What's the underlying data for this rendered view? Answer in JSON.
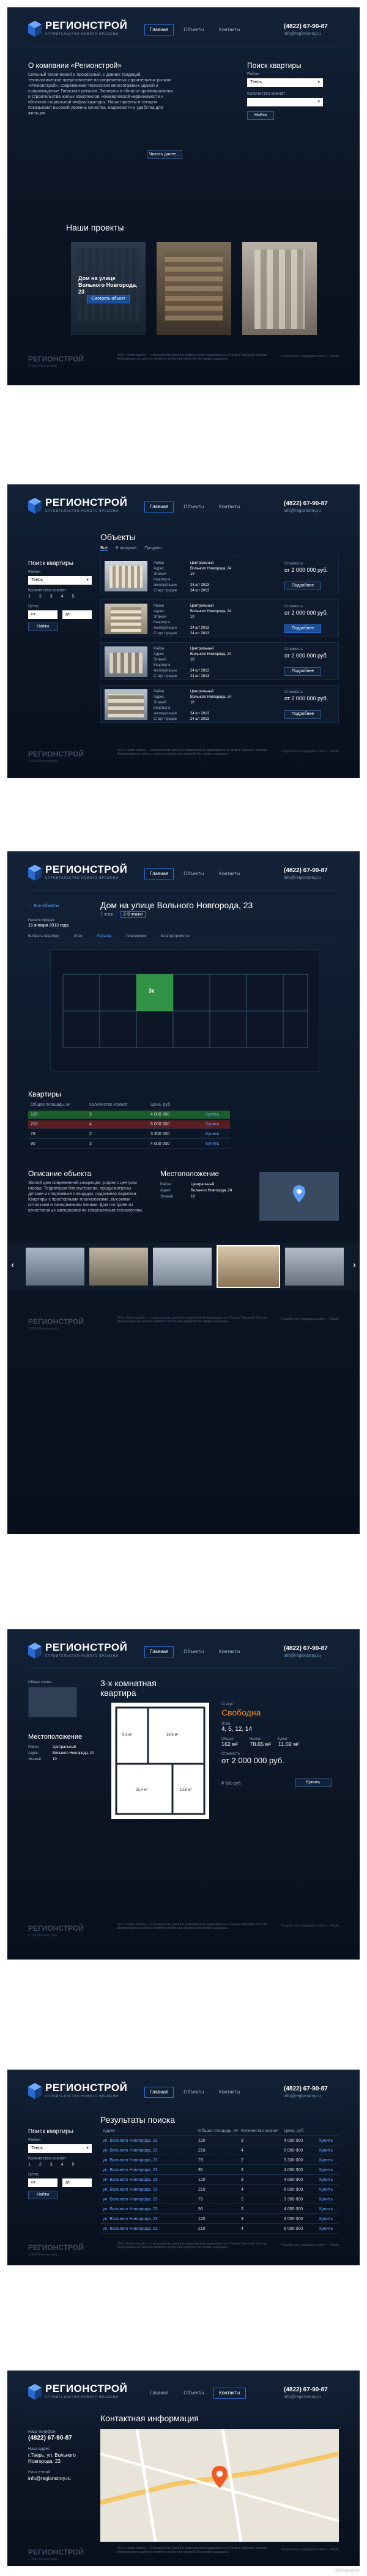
{
  "brand": {
    "name": "РЕГИОНСТРОЙ",
    "slogan": "СТРОИТЕЛЬСТВО НОВОГО ВРЕМЕНИ"
  },
  "nav": {
    "items": [
      "Главная",
      "Объекты",
      "Контакты"
    ]
  },
  "contacts": {
    "phone": "(4822) 67-90-87",
    "email": "info@regionstroy.ru"
  },
  "home": {
    "about_title": "О компании «Регионстрой»",
    "about_text": "Сильный технический и процессный, с давних традиций, технологическое представление на современных строительных рынках «Регионстрой», современная технология многоэтажных зданий и сопровождение Тверского региона. Эксперты в области проектирования и строительства жилых комплексов, коммерческой недвижимости и объектов социальной инфраструктуры. Наши проекты и сегодня показывают высокий уровень качества, надёжности и удобства для жильцов.",
    "search_title": "Поиск квартиры",
    "search_district_label": "Район",
    "search_district_value": "Тверь",
    "search_rooms_label": "Количество комнат",
    "search_button": "Найти",
    "projects_title": "Наши проекты",
    "project_caption": "Дом на улице Вольного Новгорода, 23",
    "project_button": "Смотреть объект",
    "more_button": "Читать далее..."
  },
  "objects_page": {
    "title": "Объекты",
    "tabs": [
      "Все",
      "В продаже",
      "Продано"
    ],
    "filter_title": "Поиск квартиры",
    "district_label": "Район",
    "district_value": "Тверь",
    "rooms_label": "Количество комнат",
    "rooms": [
      "1",
      "2",
      "3",
      "4",
      "5"
    ],
    "price_label": "Цена",
    "price_from": "от",
    "price_to": "до",
    "find_button": "Найти",
    "field_labels": {
      "district": "Район",
      "address": "Адрес",
      "floors": "Этажей",
      "flats": "Квартир в эксплуатации",
      "start": "Старт продаж"
    },
    "price_caption": "Стоимость",
    "detail_button": "Подробнее",
    "items": [
      {
        "district": "Центральный",
        "address": "Вольного Новгорода, 24",
        "floors": "10",
        "flats": "24 шт 2013",
        "start": "24 шт 2013",
        "price": "от 2 000 000 руб."
      },
      {
        "district": "Центральный",
        "address": "Вольного Новгорода, 24",
        "floors": "10",
        "flats": "24 шт 2013",
        "start": "24 шт 2013",
        "price": "от 2 000 000 руб."
      },
      {
        "district": "Центральный",
        "address": "Вольного Новгорода, 24",
        "floors": "10",
        "flats": "24 шт 2013",
        "start": "24 шт 2013",
        "price": "от 2 000 000 руб."
      },
      {
        "district": "Центральный",
        "address": "Вольного Новгорода, 24",
        "floors": "10",
        "flats": "24 шт 2013",
        "start": "24 шт 2013",
        "price": "от 2 000 000 руб."
      }
    ]
  },
  "house_page": {
    "breadcrumb": "Все объекты",
    "title": "Дом на улице Вольного Новгорода, 23",
    "floor_tabs": [
      "1 этаж",
      "2-9 этажи"
    ],
    "sub_tabs": [
      "Выбрать квартиру",
      "Этаж",
      "Подъезд",
      "Планировки",
      "Благоустройство"
    ],
    "sale_caption": "Начало продаж",
    "sale_date": "15 января 2013 года",
    "flat_marker": "3к",
    "flats_title": "Квартиры",
    "flats_columns": [
      "Общая площадь, м²",
      "Количество комнат",
      "Цена, руб."
    ],
    "flats_rows": [
      {
        "area": "120",
        "rooms": "3",
        "price": "4 000 000",
        "action": "Купить"
      },
      {
        "area": "210",
        "rooms": "4",
        "price": "6 000 000",
        "action": "Купить"
      },
      {
        "area": "78",
        "rooms": "2",
        "price": "3 300 000",
        "action": "Купить"
      },
      {
        "area": "90",
        "rooms": "3",
        "price": "4 000 000",
        "action": "Купить"
      }
    ],
    "desc_title": "Описание объекта",
    "desc_text": "Жилой дом современной концепции, рядом с центром города. Территория благоустроена, предусмотрены детские и спортивные площадки, подземная парковка. Квартиры с просторными планировками, высокими потолками и панорамными окнами. Дом построен из качественных материалов по современным технологиям.",
    "location_title": "Местоположение",
    "loc_district_label": "Район",
    "loc_district_value": "Центральный",
    "loc_address_label": "Адрес",
    "loc_address_value": "Вольного Новгорода, 24",
    "loc_floors_label": "Этажей",
    "loc_floors_value": "10"
  },
  "flat_page": {
    "title": "3-х комнатная квартира",
    "plan_caption": "Общая схема",
    "plan_labels": [
      "9,1 м²",
      "18,6 м²",
      "25,4 м²",
      "13,6 м²"
    ],
    "loc_title": "Местоположение",
    "district_label": "Район",
    "district_value": "Центральный",
    "address_label": "Адрес",
    "address_value": "Вольного Новгорода, 24",
    "floors_label": "Этажей",
    "floors_value": "10",
    "status_label": "Статус",
    "status_value": "Свободна",
    "floor_label": "Этаж",
    "floor_value": "4, 5, 12, 14",
    "total_label": "Общая",
    "total_value": "162 м²",
    "living_label": "Жилая",
    "living_value": "78.65 м²",
    "kitchen_label": "Кухня",
    "kitchen_value": "11.02 м²",
    "price_label": "Стоимость",
    "price_value": "от 2 000 000 руб.",
    "price_m2": "₽ 500 руб.",
    "buy_button": "Купить"
  },
  "search_page": {
    "title": "Результаты поиска",
    "filter_title": "Поиск квартиры",
    "district_label": "Район",
    "district_value": "Тверь",
    "rooms_label": "Количество комнат",
    "rooms": [
      "1",
      "2",
      "3",
      "4",
      "5"
    ],
    "price_label": "Цена",
    "price_from": "от",
    "price_to": "до",
    "find_button": "Найти",
    "columns": [
      "Адрес",
      "Общая площадь, м²",
      "Количество комнат",
      "Цена, руб."
    ],
    "rows": [
      {
        "address": "ул. Вольного Новгорода, 23",
        "area": "120",
        "rooms": "3",
        "price": "4 000 000",
        "action": "Купить"
      },
      {
        "address": "ул. Вольного Новгорода, 23",
        "area": "210",
        "rooms": "4",
        "price": "6 000 000",
        "action": "Купить"
      },
      {
        "address": "ул. Вольного Новгорода, 23",
        "area": "78",
        "rooms": "2",
        "price": "3 300 000",
        "action": "Купить"
      },
      {
        "address": "ул. Вольного Новгорода, 23",
        "area": "90",
        "rooms": "3",
        "price": "4 000 000",
        "action": "Купить"
      },
      {
        "address": "ул. Вольного Новгорода, 23",
        "area": "120",
        "rooms": "3",
        "price": "4 000 000",
        "action": "Купить"
      },
      {
        "address": "ул. Вольного Новгорода, 23",
        "area": "210",
        "rooms": "4",
        "price": "6 000 000",
        "action": "Купить"
      },
      {
        "address": "ул. Вольного Новгорода, 23",
        "area": "78",
        "rooms": "2",
        "price": "3 300 000",
        "action": "Купить"
      },
      {
        "address": "ул. Вольного Новгорода, 23",
        "area": "90",
        "rooms": "3",
        "price": "4 000 000",
        "action": "Купить"
      },
      {
        "address": "ул. Вольного Новгорода, 23",
        "area": "120",
        "rooms": "3",
        "price": "4 000 000",
        "action": "Купить"
      },
      {
        "address": "ул. Вольного Новгорода, 23",
        "area": "210",
        "rooms": "4",
        "price": "6 000 000",
        "action": "Купить"
      }
    ]
  },
  "contacts_page": {
    "title": "Контактная информация",
    "office_label": "Наш телефон",
    "phone": "(4822) 67-90-87",
    "address_label": "Наш адрес",
    "address": "г.Тверь, ул. Вольного Новгорода, 23",
    "email_label": "Наш e-mail",
    "email": "info@regionstroy.ru"
  },
  "footer": {
    "logo": "РЕГИОНСТРОЙ",
    "copyright": "© 2013 Регионстрой",
    "text": "ООО «Регионстрой» — строительство жилой и коммерческой недвижимости в Твери и Тверской области. Информация на сайте не является публичной офертой. Все права защищены.",
    "dev": "Разработка и поддержка сайта — Studio"
  },
  "watermark": "ЗООКОМ.РУ"
}
